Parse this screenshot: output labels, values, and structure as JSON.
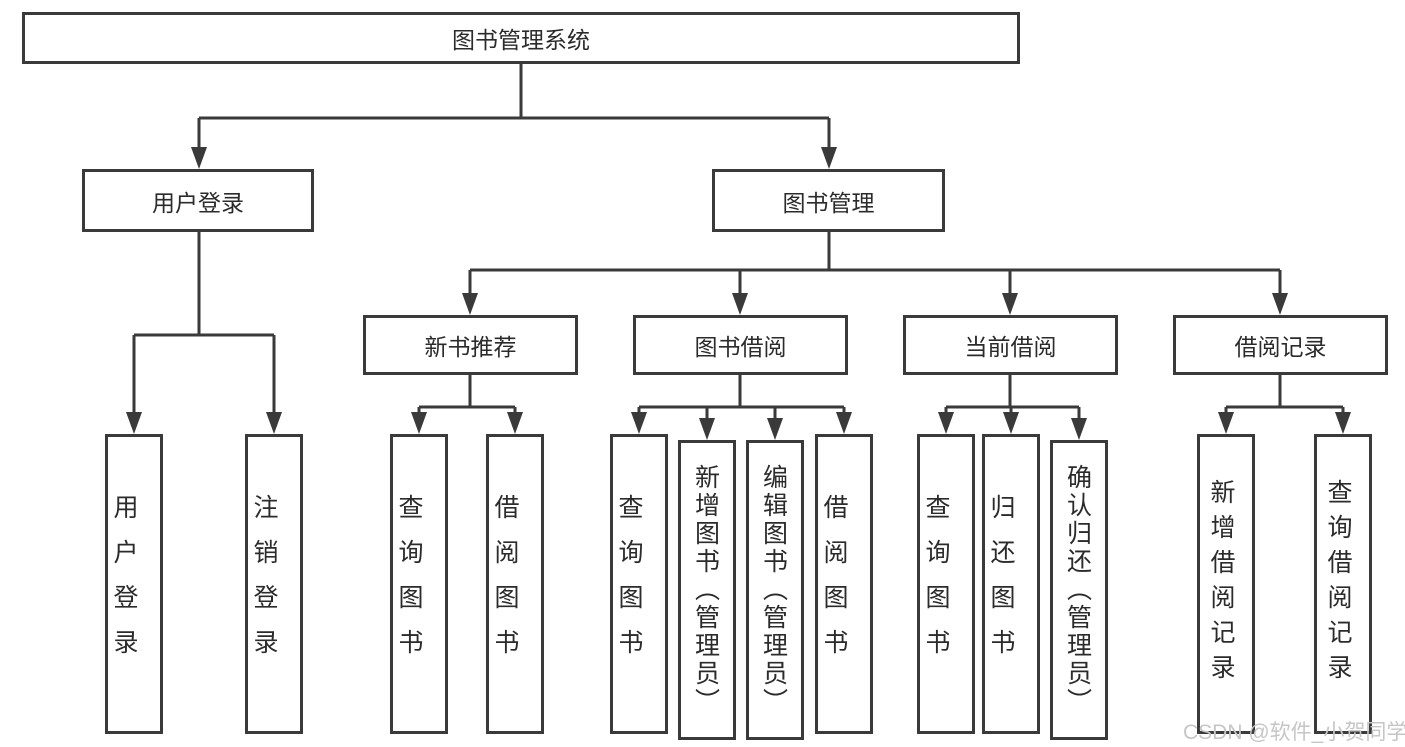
{
  "diagram": {
    "root": {
      "label": "图书管理系统"
    },
    "user_login": {
      "label": "用户登录",
      "children": [
        {
          "label": "用户登录"
        },
        {
          "label": "注销登录"
        }
      ]
    },
    "book_management": {
      "label": "图书管理",
      "sections": [
        {
          "label": "新书推荐",
          "children": [
            {
              "label": "查询图书"
            },
            {
              "label": "借阅图书"
            }
          ]
        },
        {
          "label": "图书借阅",
          "children": [
            {
              "label": "查询图书"
            },
            {
              "label": "新增图书（管理员）"
            },
            {
              "label": "编辑图书（管理员）"
            },
            {
              "label": "借阅图书"
            }
          ]
        },
        {
          "label": "当前借阅",
          "children": [
            {
              "label": "查询图书"
            },
            {
              "label": "归还图书"
            },
            {
              "label": "确认归还（管理员）"
            }
          ]
        },
        {
          "label": "借阅记录",
          "children": [
            {
              "label": "新增借阅记录"
            },
            {
              "label": "查询借阅记录"
            }
          ]
        }
      ]
    }
  },
  "watermark": "CSDN @软件_小贺同学",
  "colors": {
    "line": "#3a3a3a",
    "text": "#2b2b2b",
    "watermark": "#c6c6c6",
    "background": "#ffffff"
  }
}
